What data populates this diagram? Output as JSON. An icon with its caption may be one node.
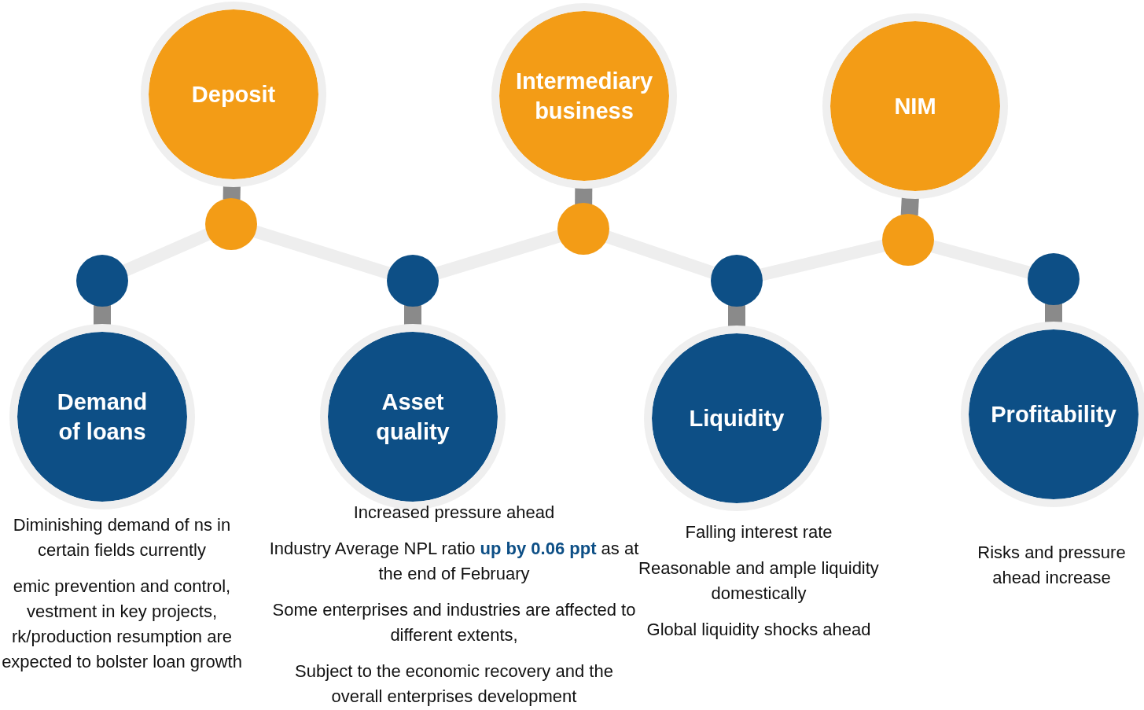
{
  "diagram": {
    "nodes": [
      {
        "text": [
          "Deposit"
        ]
      },
      {
        "text": [
          "Intermediary business"
        ]
      },
      {
        "text": [
          "NIM"
        ]
      },
      {
        "text": [],
        "shape": "circle"
      },
      {
        "text": [],
        "shape": "circle"
      },
      {
        "text": [],
        "shape": "circle"
      },
      {
        "text": [],
        "shape": "circle"
      },
      {
        "text": [],
        "shape": "circle"
      },
      {
        "text": [],
        "shape": "circle"
      },
      {
        "text": [],
        "shape": "circle"
      },
      {
        "text": [
          "Demand of loans"
        ],
        "beside": [
          "Diminishing demand of ns in certain fields currently",
          "emic prevention and control, vestment in key projects, rk/production resumption are expected to bolster loan growth"
        ]
      },
      {
        "text": [
          "Asset quality"
        ],
        "beside": [
          "Increased pressure ahead",
          "Industry Average NPL ratio **up by 0.06 ppt** as at the end of February",
          "Some enterprises and industries are affected to different extents,",
          "Subject to the economic recovery and the overall enterprises development"
        ]
      },
      {
        "text": [
          "Liquidity"
        ],
        "beside": [
          "Falling interest rate",
          "Reasonable and ample liquidity domestically",
          "Global liquidity shocks ahead"
        ]
      },
      {
        "text": [
          "Profitability"
        ],
        "beside": [
          "Risks and pressure ahead increase"
        ]
      }
    ],
    "edges": [
      {
        "from": 3,
        "to": 4,
        "arrow": "none",
        "color": "#eeeeee"
      },
      {
        "from": 4,
        "to": 5,
        "arrow": "none",
        "color": "#eeeeee"
      },
      {
        "from": 5,
        "to": 6,
        "arrow": "none",
        "color": "#eeeeee"
      },
      {
        "from": 6,
        "to": 7,
        "arrow": "none",
        "color": "#eeeeee"
      },
      {
        "from": 7,
        "to": 8,
        "arrow": "none",
        "color": "#eeeeee"
      },
      {
        "from": 8,
        "to": 9,
        "arrow": "none",
        "color": "#eeeeee"
      },
      {
        "from": 0,
        "to": 4,
        "arrow": "none"
      },
      {
        "from": 1,
        "to": 6,
        "arrow": "none"
      },
      {
        "from": 2,
        "to": 8,
        "arrow": "none"
      },
      {
        "from": 3,
        "to": 10,
        "arrow": "none"
      },
      {
        "from": 5,
        "to": 11,
        "arrow": "none"
      },
      {
        "from": 7,
        "to": 12,
        "arrow": "none"
      },
      {
        "from": 9,
        "to": 13,
        "arrow": "none"
      }
    ]
  }
}
